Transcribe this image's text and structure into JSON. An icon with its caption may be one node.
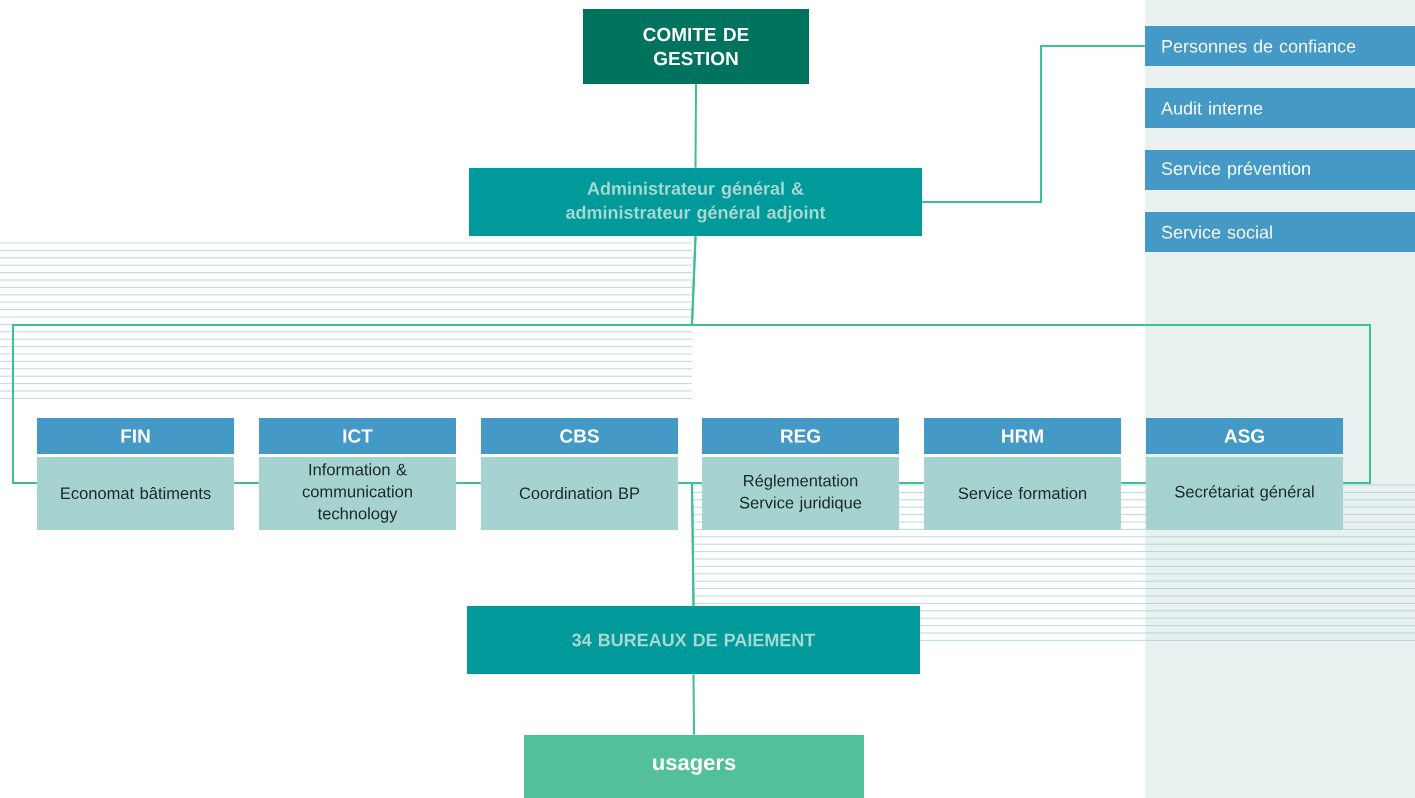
{
  "diagram": {
    "nodes": [
      {
        "text": [
          "COMITE DE GESTION"
        ]
      },
      {
        "text": [
          "Administrateur général & administrateur général adjoint"
        ]
      },
      {
        "text": [
          "Personnes de confiance"
        ]
      },
      {
        "text": [
          "Audit interne"
        ]
      },
      {
        "text": [
          "Service prévention"
        ]
      },
      {
        "text": [
          "Service social"
        ]
      },
      {
        "text": [
          "FIN",
          "Economat bâtiments"
        ]
      },
      {
        "text": [
          "ICT",
          "Information & communication technology"
        ]
      },
      {
        "text": [
          "CBS",
          "Coordination BP"
        ]
      },
      {
        "text": [
          "REG",
          "Réglementation Service juridique"
        ]
      },
      {
        "text": [
          "HRM",
          "Service formation"
        ]
      },
      {
        "text": [
          "ASG",
          "Secrétariat général"
        ]
      },
      {
        "text": [
          "34 BUREAUX DE PAIEMENT"
        ]
      },
      {
        "text": [
          "usagers"
        ]
      }
    ],
    "edges": [
      {
        "from": 0,
        "to": 1,
        "arrow": "none"
      },
      {
        "from": 1,
        "to": 2,
        "arrow": "none"
      },
      {
        "from": 1,
        "to": 6,
        "arrow": "none"
      },
      {
        "from": 1,
        "to": 11,
        "arrow": "none"
      },
      {
        "from": 6,
        "to": 7,
        "arrow": "none"
      },
      {
        "from": 7,
        "to": 8,
        "arrow": "none"
      },
      {
        "from": 9,
        "to": 10,
        "arrow": "none"
      },
      {
        "from": 10,
        "to": 11,
        "arrow": "none"
      },
      {
        "from": 8,
        "to": 12,
        "arrow": "none"
      },
      {
        "from": 9,
        "to": 12,
        "arrow": "none"
      },
      {
        "from": 12,
        "to": 13,
        "arrow": "none"
      }
    ]
  }
}
